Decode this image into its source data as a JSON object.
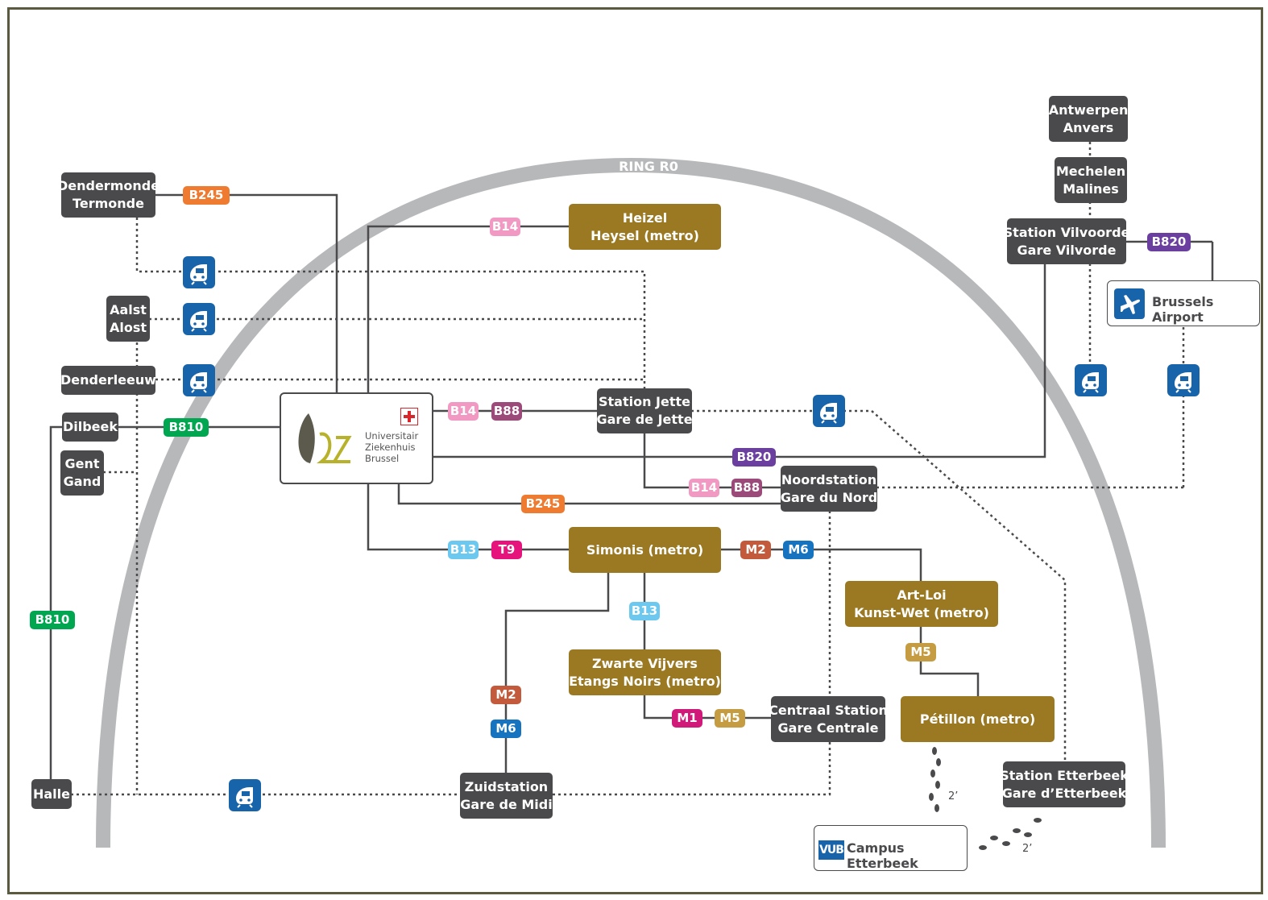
{
  "ring_label": "RING R0",
  "hospital": {
    "lines": [
      "Universitair",
      "Ziekenhuis",
      "Brussel"
    ]
  },
  "boxes": {
    "dendermonde": [
      "Dendermonde",
      "Termonde"
    ],
    "aalst": [
      "Aalst",
      "Alost"
    ],
    "denderleeuw": [
      "Denderleeuw"
    ],
    "dilbeek": [
      "Dilbeek"
    ],
    "gent": [
      "Gent",
      "Gand"
    ],
    "halle": [
      "Halle"
    ],
    "heizel": [
      "Heizel",
      "Heysel (metro)"
    ],
    "jette": [
      "Station Jette",
      "Gare de Jette"
    ],
    "noord": [
      "Noordstation",
      "Gare du Nord"
    ],
    "simonis": [
      "Simonis (metro)"
    ],
    "artloi": [
      "Art-Loi",
      "Kunst-Wet (metro)"
    ],
    "zwarte": [
      "Zwarte Vijvers",
      "Etangs Noirs (metro)"
    ],
    "centraal": [
      "Centraal Station",
      "Gare Centrale"
    ],
    "petillon": [
      "Pétillon (metro)"
    ],
    "zuid": [
      "Zuidstation",
      "Gare de Midi"
    ],
    "etterbeek": [
      "Station Etterbeek",
      "Gare d’Etterbeek"
    ],
    "antwerpen": [
      "Antwerpen",
      "Anvers"
    ],
    "mechelen": [
      "Mechelen",
      "Malines"
    ],
    "vilvoorde": [
      "Station Vilvoorde",
      "Gare Vilvorde"
    ]
  },
  "airport_label": "Brussels Airport",
  "vub_logo": "VUB",
  "vub_label": "Campus Etterbeek",
  "walk_time_1": "2’",
  "walk_time_2": "2’",
  "line_colors": {
    "B245": "#ee7b30",
    "B14": "#f199c2",
    "B88": "#9b4a7a",
    "B810": "#00a650",
    "B820": "#6b3fa0",
    "B13": "#6cc8ef",
    "T9": "#e5137b",
    "M2": "#c35a3b",
    "M6": "#1673c0",
    "M1": "#d1197a",
    "M5": "#c69c42"
  },
  "badges": [
    {
      "id": "b245-top",
      "label": "B245"
    },
    {
      "id": "b14-heizel",
      "label": "B14"
    },
    {
      "id": "b820-vilvoorde",
      "label": "B820"
    },
    {
      "id": "b810-dilbeek",
      "label": "B810"
    },
    {
      "id": "b14-jette",
      "label": "B14"
    },
    {
      "id": "b88-jette",
      "label": "B88"
    },
    {
      "id": "b820-hospital",
      "label": "B820"
    },
    {
      "id": "b14-noord",
      "label": "B14"
    },
    {
      "id": "b88-noord",
      "label": "B88"
    },
    {
      "id": "b245-noord",
      "label": "B245"
    },
    {
      "id": "b13-simonis",
      "label": "B13"
    },
    {
      "id": "t9-simonis",
      "label": "T9"
    },
    {
      "id": "m2-simonis",
      "label": "M2"
    },
    {
      "id": "m6-simonis",
      "label": "M6"
    },
    {
      "id": "b810-left",
      "label": "B810"
    },
    {
      "id": "b13-zwarte",
      "label": "B13"
    },
    {
      "id": "m5-artloi",
      "label": "M5"
    },
    {
      "id": "m2-zuid",
      "label": "M2"
    },
    {
      "id": "m6-zuid",
      "label": "M6"
    },
    {
      "id": "m1-zwarte",
      "label": "M1"
    },
    {
      "id": "m5-zwarte",
      "label": "M5"
    }
  ],
  "icons": {
    "train": "train-icon",
    "plane": "plane-icon",
    "footsteps": "footsteps-icon",
    "cross": "red-cross-icon"
  }
}
